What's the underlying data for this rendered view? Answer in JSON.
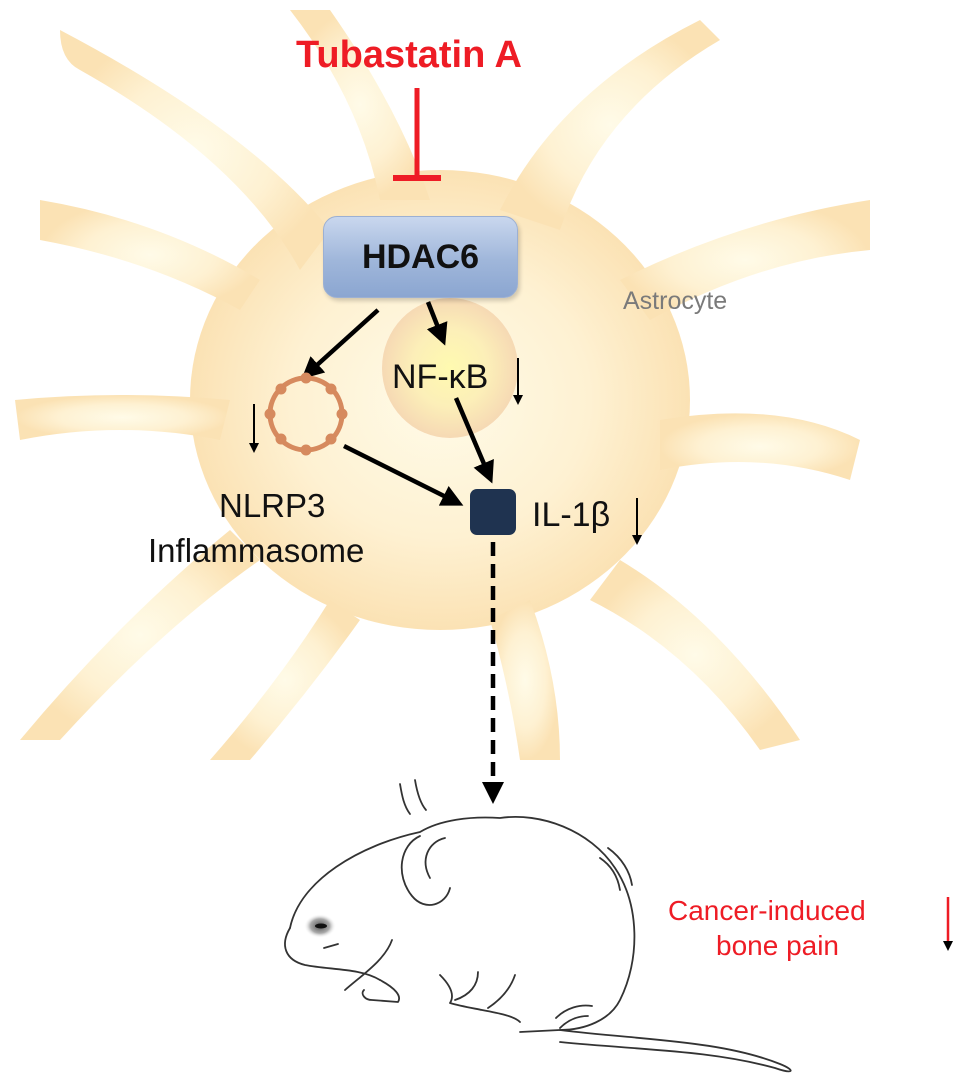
{
  "diagram": {
    "drug_label": "Tubastatin A",
    "target_label": "HDAC6",
    "cell_label": "Astrocyte",
    "transcription_factor_label": "NF-κB",
    "inflammasome_label_line1": "NLRP3",
    "inflammasome_label_line2": "Inflammasome",
    "cytokine_label": "IL-1β",
    "outcome_label_line1": "Cancer-induced",
    "outcome_label_line2": "bone pain"
  },
  "colors": {
    "inhibition": "#ee1c25",
    "target_box": "#9fb6da",
    "cell_body": "#fdebc4",
    "inflammasome": "#d68a5e",
    "cytokine": "#1f3350",
    "outcome": "#ee1c25"
  }
}
